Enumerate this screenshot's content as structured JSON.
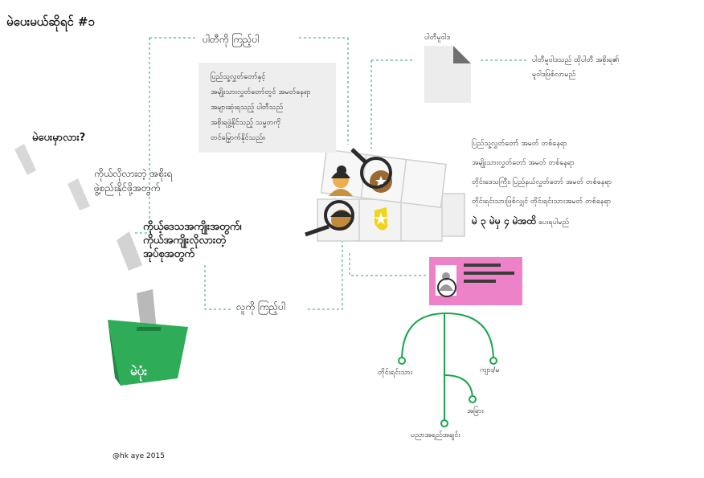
{
  "title": "မဲပေးမယ်ဆိုရင် #၁",
  "question": "မဲပေးမှာလား?",
  "reason_1": [
    "ကိုယ်လိုလားတဲ့ အစိုးရ",
    "ဖွဲ့စည်းနိုင်ဖို့အတွက်"
  ],
  "reason_2": [
    "ကိုယ့်ဒေသအကျိုးအတွက်၊",
    "ကိုယ်အကျိုးလိုလားတဲ့",
    "အုပ်စုအတွက်"
  ],
  "party_label": "ပါတီကို ကြည့်ပါ",
  "party_box_lines": [
    "ပြည်သူ့လွှတ်တော်နှင့်",
    "အမျိုးသားလွှတ်တော်တွင် အမတ်နေရာ",
    "အများဆုံးရသည့် ပါတီသည်",
    "အစိုးရဖွဲ့နိုင်သည့် သမ္မတကို",
    "တင်မြှောက်နိုင်သည်။"
  ],
  "doc_label": "ပါတီမူဝါဒ",
  "doc_desc": [
    "ပါတီမူဝါဒသည် ထိုပါတီ အစိုးရ၏",
    "မူဝါဒဖြစ်လာမည်"
  ],
  "ballot_info": [
    "ပြည်သူ့လွှတ်တော် အမတ် တစ်နေရာ",
    "အမျိုးသားလွှတ်တော် အမတ် တစ်နေရာ",
    "တိုင်းဒေသကြီး၊ ပြည်နယ်လွှတ်တော် အမတ် တစ်နေရာ",
    "တိုင်းရင်းသားဖြစ်လျှင် တိုင်းရင်းသားအမတ် တစ်နေရာ"
  ],
  "ballot_summary_strong": "မဲ ၃ မဲမှ ၄ မဲအထိ",
  "ballot_summary_rest": " ပေးရပါမည်",
  "people_label": "လူကို ကြည့်ပါ",
  "ballot_box_label": "မဲပုံး",
  "credit": "@hk aye 2015",
  "tree_branches": {
    "left": "တိုင်းရင်းသား",
    "right_top": "ကျား/မ",
    "right_low": "အခြား",
    "bottom": "ပညာအရည်အချင်း"
  },
  "colors": {
    "accent_green": "#1aa64b",
    "box_green": "#2eac58",
    "id_card_pink": "#ee82c8",
    "star_yellow": "#f2d316",
    "dash_green": "#2fa36b"
  },
  "icons": [
    "quote-icon",
    "document-icon",
    "ballot-paper-icon",
    "magnifier-icon",
    "star-icon",
    "id-card-icon",
    "ballot-box-icon"
  ]
}
